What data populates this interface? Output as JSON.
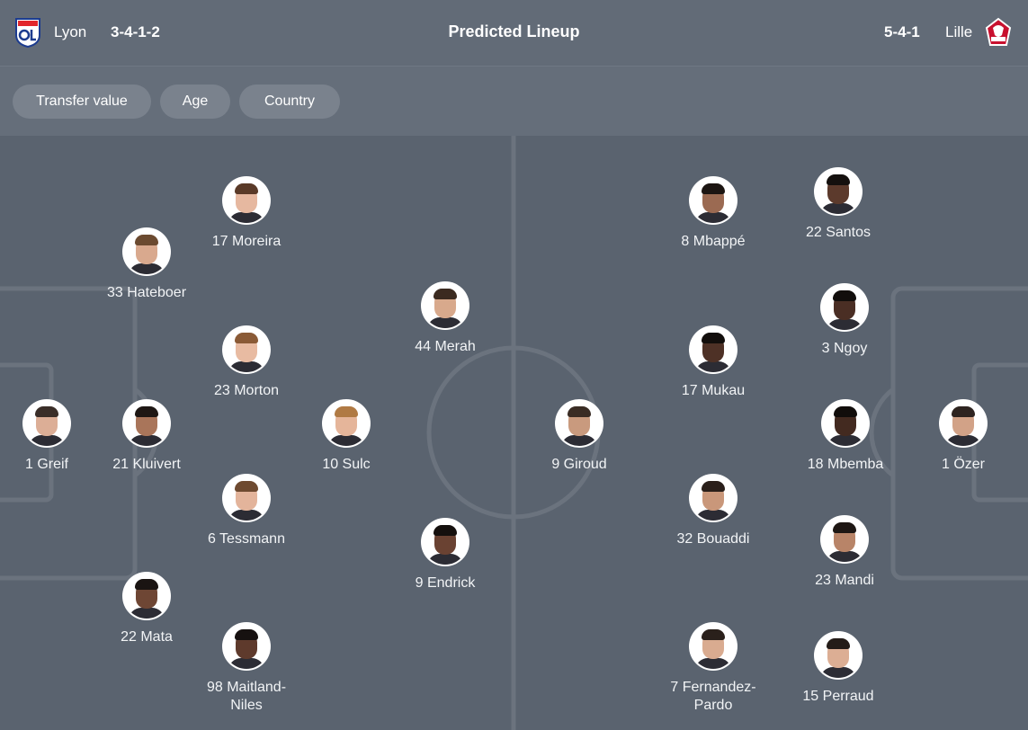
{
  "header": {
    "title": "Predicted Lineup",
    "home": {
      "name": "Lyon",
      "formation": "3-4-1-2",
      "crest_color": "#1d3c8f",
      "crest_accent": "#e2262b"
    },
    "away": {
      "name": "Lille",
      "formation": "5-4-1",
      "crest_color": "#c8102e",
      "crest_accent": "#ffffff"
    }
  },
  "filters": [
    {
      "label": "Transfer value"
    },
    {
      "label": "Age"
    },
    {
      "label": "Country"
    }
  ],
  "colors": {
    "background": "#565f6b",
    "header": "#626b77",
    "pitch": "#5a636f",
    "pitch_lines": "#6b737e",
    "chip": "#7a828d"
  },
  "players": [
    {
      "label": "17 Moreira",
      "skin": "#e6b8a0",
      "hair": "#5a3a28"
    },
    {
      "label": "33 Hateboer",
      "skin": "#d9a98e",
      "hair": "#6b4a30"
    },
    {
      "label": "23 Morton",
      "skin": "#e8bba2",
      "hair": "#8a5a36"
    },
    {
      "label": "1 Greif",
      "skin": "#dcae96",
      "hair": "#3a2e28"
    },
    {
      "label": "21 Kluivert",
      "skin": "#a9755a",
      "hair": "#1e1714"
    },
    {
      "label": "10 Sulc",
      "skin": "#e5b59a",
      "hair": "#b07a44"
    },
    {
      "label": "6 Tessmann",
      "skin": "#e3b49b",
      "hair": "#6e4a30"
    },
    {
      "label": "22 Mata",
      "skin": "#6e4634",
      "hair": "#1a1412"
    },
    {
      "label": "98 Maitland-Niles",
      "skin": "#5e3a2c",
      "hair": "#161110"
    },
    {
      "label": "44 Merah",
      "skin": "#d8a98c",
      "hair": "#3b2a20"
    },
    {
      "label": "9 Endrick",
      "skin": "#6a4232",
      "hair": "#15100e"
    },
    {
      "label": "9 Giroud",
      "skin": "#c99a7e",
      "hair": "#3a2c24"
    },
    {
      "label": "8 Mbappé",
      "skin": "#9b6a52",
      "hair": "#1c1512"
    },
    {
      "label": "22 Santos",
      "skin": "#5c3a2c",
      "hair": "#14100e"
    },
    {
      "label": "3 Ngoy",
      "skin": "#4a2e24",
      "hair": "#120e0c"
    },
    {
      "label": "17 Mukau",
      "skin": "#4e3126",
      "hair": "#120e0c"
    },
    {
      "label": "18 Mbemba",
      "skin": "#432a20",
      "hair": "#110d0b"
    },
    {
      "label": "1 Özer",
      "skin": "#d2a287",
      "hair": "#2e2420"
    },
    {
      "label": "32 Bouaddi",
      "skin": "#c9977a",
      "hair": "#2a1f1a"
    },
    {
      "label": "23 Mandi",
      "skin": "#b88468",
      "hair": "#1e1714"
    },
    {
      "label": "7 Fernandez-Pardo",
      "skin": "#d9ab90",
      "hair": "#2a201b"
    },
    {
      "label": "15 Perraud",
      "skin": "#dcae94",
      "hair": "#241c18"
    }
  ]
}
